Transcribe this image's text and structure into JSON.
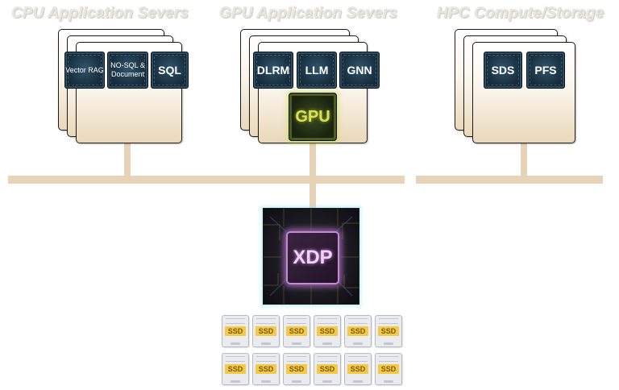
{
  "groups": {
    "cpu": {
      "title": "CPU Application Severs",
      "chips": [
        "Vector RAG",
        "NO-SQL & Document",
        "SQL"
      ]
    },
    "gpu": {
      "title": "GPU Application Severs",
      "chips": [
        "DLRM",
        "LLM",
        "GNN"
      ],
      "accelerator": "GPU"
    },
    "hpc": {
      "title": "HPC Compute/Storage",
      "chips": [
        "SDS",
        "PFS"
      ]
    }
  },
  "xdp": {
    "label": "XDP"
  },
  "ssd_label": "SSD",
  "colors": {
    "bus": "#e6d3b8",
    "chip": "#1a3142",
    "gpu_glow": "#d8e15a",
    "xdp_glow": "#d68be6",
    "ssd_tag": "#f3c945"
  }
}
